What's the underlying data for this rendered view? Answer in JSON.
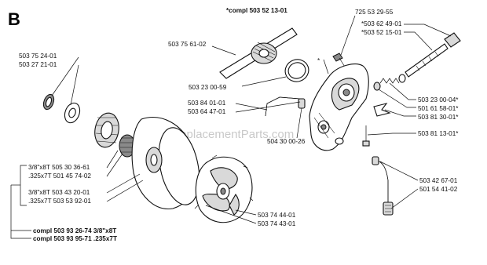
{
  "section_letter": "B",
  "compl_header": "*compl 503 52 13-01",
  "watermark": "eReplacementParts.com",
  "labels": {
    "l_725_53_29_55": "725 53 29-55",
    "l_503_62_49_01": "*503 62 49-01",
    "l_503_52_15_01": "*503 52 15-01",
    "l_503_75_61_02": "503 75 61-02",
    "l_503_75_24_01": "503 75 24-01",
    "l_503_27_21_01": "503 27 21-01",
    "l_503_23_00_59": "503 23 00-59",
    "l_503_84_01_01": "503 84 01-01",
    "l_503_64_47_01": "503 64 47-01",
    "l_504_30_00_26": "504 30 00-26",
    "l_503_23_00_04": "503 23 00-04*",
    "l_501_61_58_01": "501 61 58-01*",
    "l_503_81_30_01": "503 81 30-01*",
    "l_503_81_13_01": "503 81 13-01*",
    "l_503_42_67_01": "503 42 67-01",
    "l_501_54_41_02": "501 54 41-02",
    "l_503_74_44_01": "503 74 44-01",
    "l_503_74_43_01": "503 74 43-01",
    "l_3_8x8T_505_30_36_61": "3/8\"x8T 505 30 36-61",
    "l_325x7T_501_45_74_02": ".325x7T 501 45 74-02",
    "l_3_8x8T_503_43_20_01": "3/8\"x8T 503 43 20-01",
    "l_325x7T_503_53_92_01": ".325x7T 503 53 92-01",
    "compl_1": "compl 503 93 26-74 3/8\"x8T",
    "compl_2": "compl 503 93 95-71 .235x7T",
    "asterisk": "*"
  }
}
